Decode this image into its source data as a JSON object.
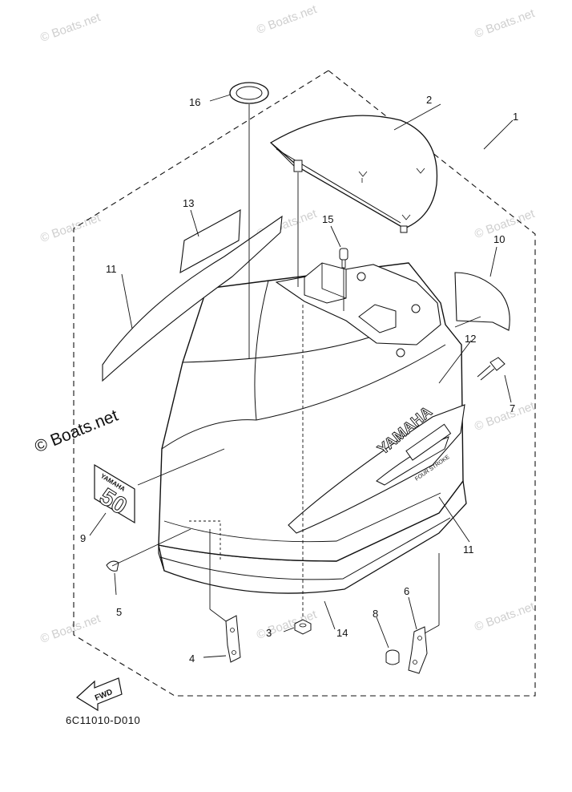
{
  "watermark": {
    "small": "© Boats.net",
    "main": "© Boats.net"
  },
  "callouts": [
    "1",
    "2",
    "3",
    "4",
    "5",
    "6",
    "7",
    "8",
    "9",
    "10",
    "11",
    "11",
    "12",
    "13",
    "14",
    "15",
    "16"
  ],
  "diagram_code": "6C11010-D010",
  "fwd_label": "FWD",
  "brand_text": "YAMAHA",
  "side_label": "FOUR STROKE",
  "emblem_text": {
    "brand": "YAMAHA",
    "number": "50"
  }
}
